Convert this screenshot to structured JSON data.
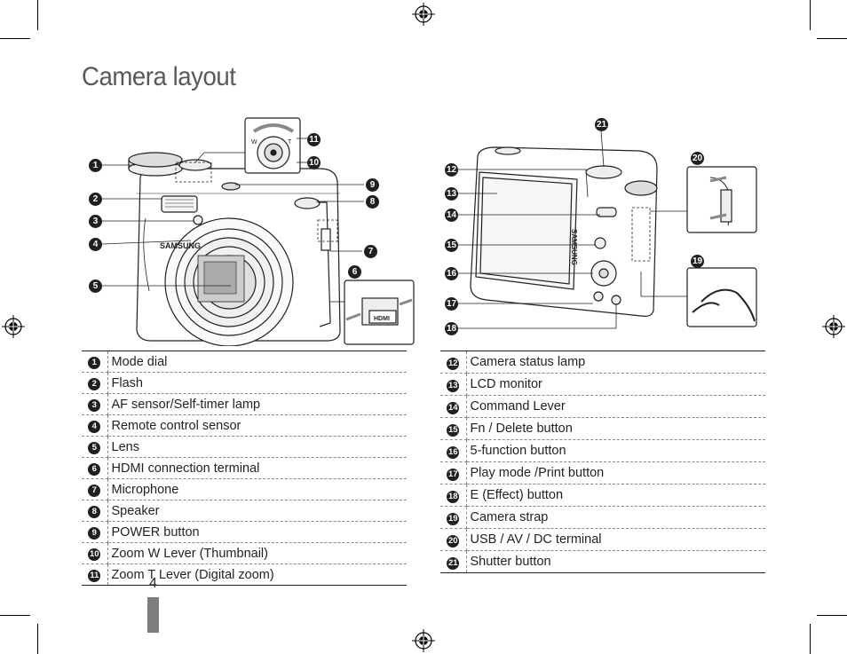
{
  "page": {
    "title": "Camera layout",
    "page_number": "4"
  },
  "front_callouts": [
    "1",
    "2",
    "3",
    "4",
    "5",
    "6",
    "7",
    "8",
    "9",
    "10",
    "11"
  ],
  "back_callouts": [
    "12",
    "13",
    "14",
    "15",
    "16",
    "17",
    "18",
    "19",
    "20",
    "21"
  ],
  "front_parts": [
    {
      "num": "1",
      "label": "Mode dial"
    },
    {
      "num": "2",
      "label": "Flash"
    },
    {
      "num": "3",
      "label": "AF sensor/Self-timer lamp"
    },
    {
      "num": "4",
      "label": "Remote control sensor"
    },
    {
      "num": "5",
      "label": "Lens"
    },
    {
      "num": "6",
      "label": "HDMI connection terminal"
    },
    {
      "num": "7",
      "label": "Microphone"
    },
    {
      "num": "8",
      "label": "Speaker"
    },
    {
      "num": "9",
      "label": "POWER button"
    },
    {
      "num": "10",
      "label": "Zoom W Lever (Thumbnail)"
    },
    {
      "num": "11",
      "label": "Zoom T Lever (Digital zoom)"
    }
  ],
  "back_parts": [
    {
      "num": "12",
      "label": "Camera status lamp"
    },
    {
      "num": "13",
      "label": "LCD monitor"
    },
    {
      "num": "14",
      "label": "Command Lever"
    },
    {
      "num": "15",
      "label": "Fn / Delete button"
    },
    {
      "num": "16",
      "label": "5-function button"
    },
    {
      "num": "17",
      "label": "Play mode /Print button"
    },
    {
      "num": "18",
      "label": "E (Effect) button"
    },
    {
      "num": "19",
      "label": "Camera strap"
    },
    {
      "num": "20",
      "label": "USB / AV / DC terminal"
    },
    {
      "num": "21",
      "label": "Shutter button"
    }
  ],
  "illustration_text": {
    "brand": "SAMSUNG",
    "hdmi": "HDMI",
    "zoom_w": "W",
    "zoom_t": "T"
  },
  "colors": {
    "title": "#58595b",
    "ink": "#231f20",
    "tab": "#7d7d7d"
  }
}
